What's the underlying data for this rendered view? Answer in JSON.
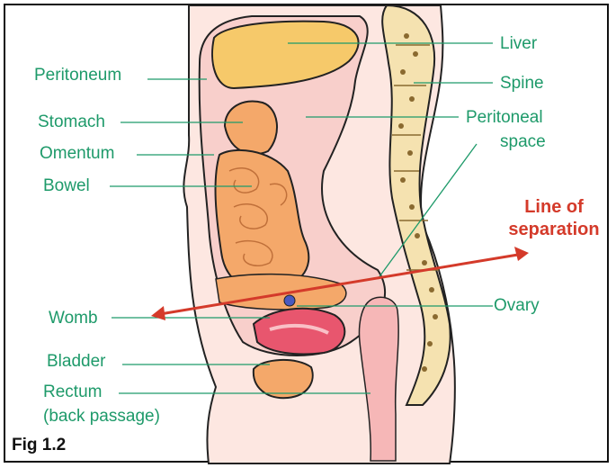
{
  "labels": {
    "liver": "Liver",
    "peritoneum": "Peritoneum",
    "spine": "Spine",
    "stomach": "Stomach",
    "peritoneal_space_1": "Peritoneal",
    "peritoneal_space_2": "space",
    "omentum": "Omentum",
    "bowel": "Bowel",
    "line_of_separation_1": "Line of",
    "line_of_separation_2": "separation",
    "ovary": "Ovary",
    "womb": "Womb",
    "bladder": "Bladder",
    "rectum_1": "Rectum",
    "rectum_2": "(back passage)"
  },
  "figure_caption": "Fig 1.2",
  "colors": {
    "label_green": "#1e9a6a",
    "separation_red": "#d43a2a",
    "skin": "#fde7e1",
    "liver": "#f6c96a",
    "bowel": "#f4a86a",
    "womb": "#e8566e",
    "spine": "#f5e2b0"
  }
}
